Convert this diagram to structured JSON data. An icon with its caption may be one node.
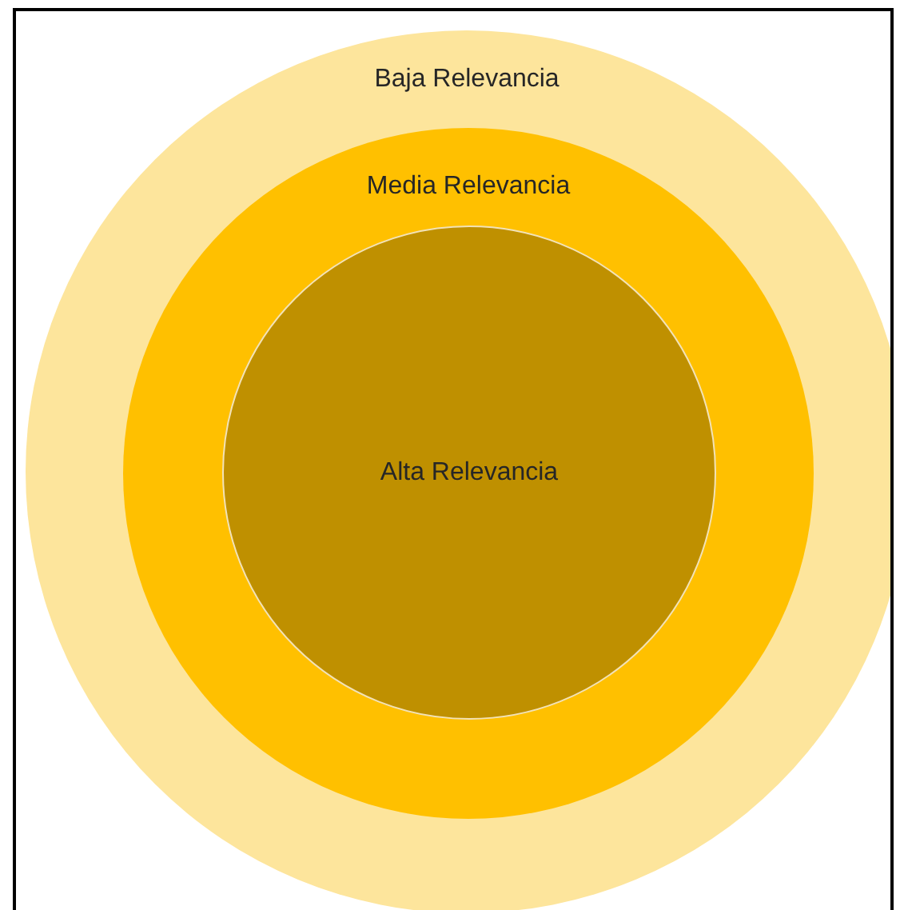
{
  "diagram": {
    "nodes": [
      {
        "text": [
          "Baja Relevancia"
        ]
      },
      {
        "text": [
          "Media Relevancia"
        ],
        "in": 0
      },
      {
        "text": [
          "Alta Relevancia"
        ],
        "in": 1
      }
    ]
  }
}
